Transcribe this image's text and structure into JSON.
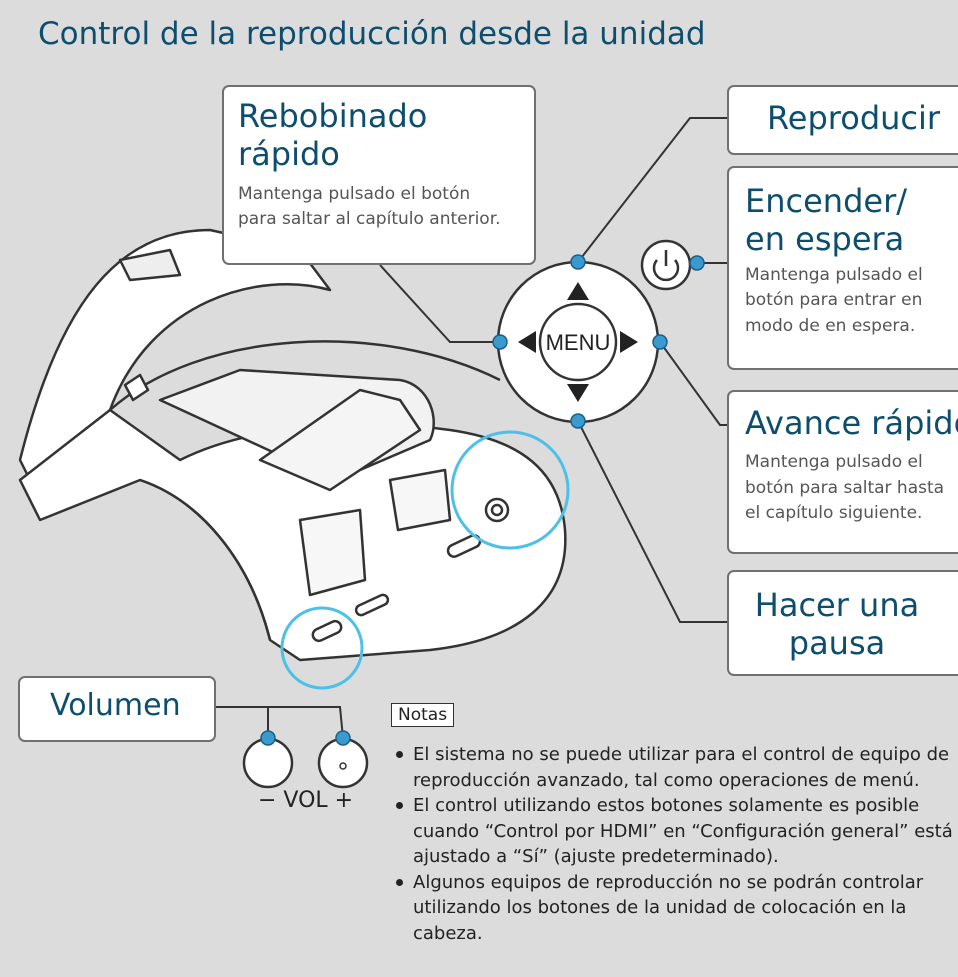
{
  "title": "Control de la reproducción desde la unidad",
  "callouts": {
    "rewind": {
      "heading_line1": "Rebobinado",
      "heading_line2": "rápido",
      "desc_line1": "Mantenga pulsado el botón",
      "desc_line2": "para saltar al capítulo anterior."
    },
    "play": {
      "heading": "Reproducir"
    },
    "power": {
      "heading_line1": "Encender/",
      "heading_line2": "en espera",
      "desc_line1": "Mantenga pulsado el",
      "desc_line2": "botón para entrar en",
      "desc_line3": "modo de en espera."
    },
    "forward": {
      "heading": "Avance rápido",
      "desc_line1": "Mantenga pulsado el",
      "desc_line2": "botón para saltar hasta",
      "desc_line3": "el capítulo siguiente."
    },
    "pause": {
      "heading_line1": "Hacer una",
      "heading_line2": "pausa"
    },
    "volume": {
      "heading": "Volumen"
    }
  },
  "control_pad": {
    "center_label": "MENU"
  },
  "volume_buttons": {
    "label": "− VOL +"
  },
  "notes": {
    "label": "Notas",
    "items": [
      "El sistema no se puede utilizar para el control de equipo de reproducción avanzado, tal como operaciones de menú.",
      "El control utilizando estos botones solamente es posible cuando “Control por HDMI” en “Configuración general” está ajustado a “Sí” (ajuste predeterminado).",
      "Algunos equipos de reproducción no se podrán controlar utilizando los botones de la unidad de colocación en la cabeza."
    ]
  },
  "colors": {
    "background": "#dcdcdc",
    "heading": "#0d4e6e",
    "connector_dot": "#3a9ad0",
    "highlight_circle": "#4ec0e8"
  }
}
